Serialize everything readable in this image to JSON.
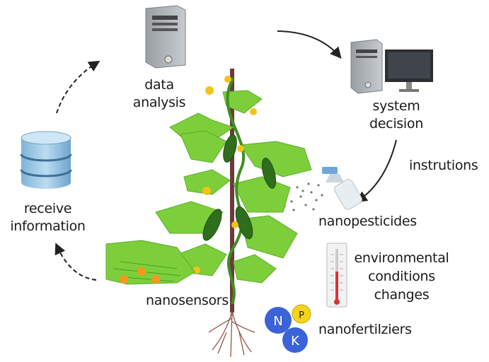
{
  "labels": {
    "data_analysis": [
      "data",
      "analysis"
    ],
    "system_decision": [
      "system",
      "decision"
    ],
    "instructions": "instrutions",
    "nanopesticides": "nanopesticides",
    "environmental": [
      "environmental",
      "conditions",
      "changes"
    ],
    "nanofertilizers": "nanofertilziers",
    "nanosensors": "nanosensors",
    "receive_information": [
      "receive",
      "information"
    ]
  },
  "npk": {
    "n": "N",
    "p": "P",
    "k": "K"
  },
  "colors": {
    "leaf": "#7ccf3a",
    "leaf_dark": "#4fa528",
    "stem": "#6b3b3b",
    "flower": "#f3c21b",
    "npk_blue": "#3b63d8",
    "npk_yellow": "#f6d31c",
    "sensor": "#f39a1e",
    "db": "#8fbfe0"
  }
}
